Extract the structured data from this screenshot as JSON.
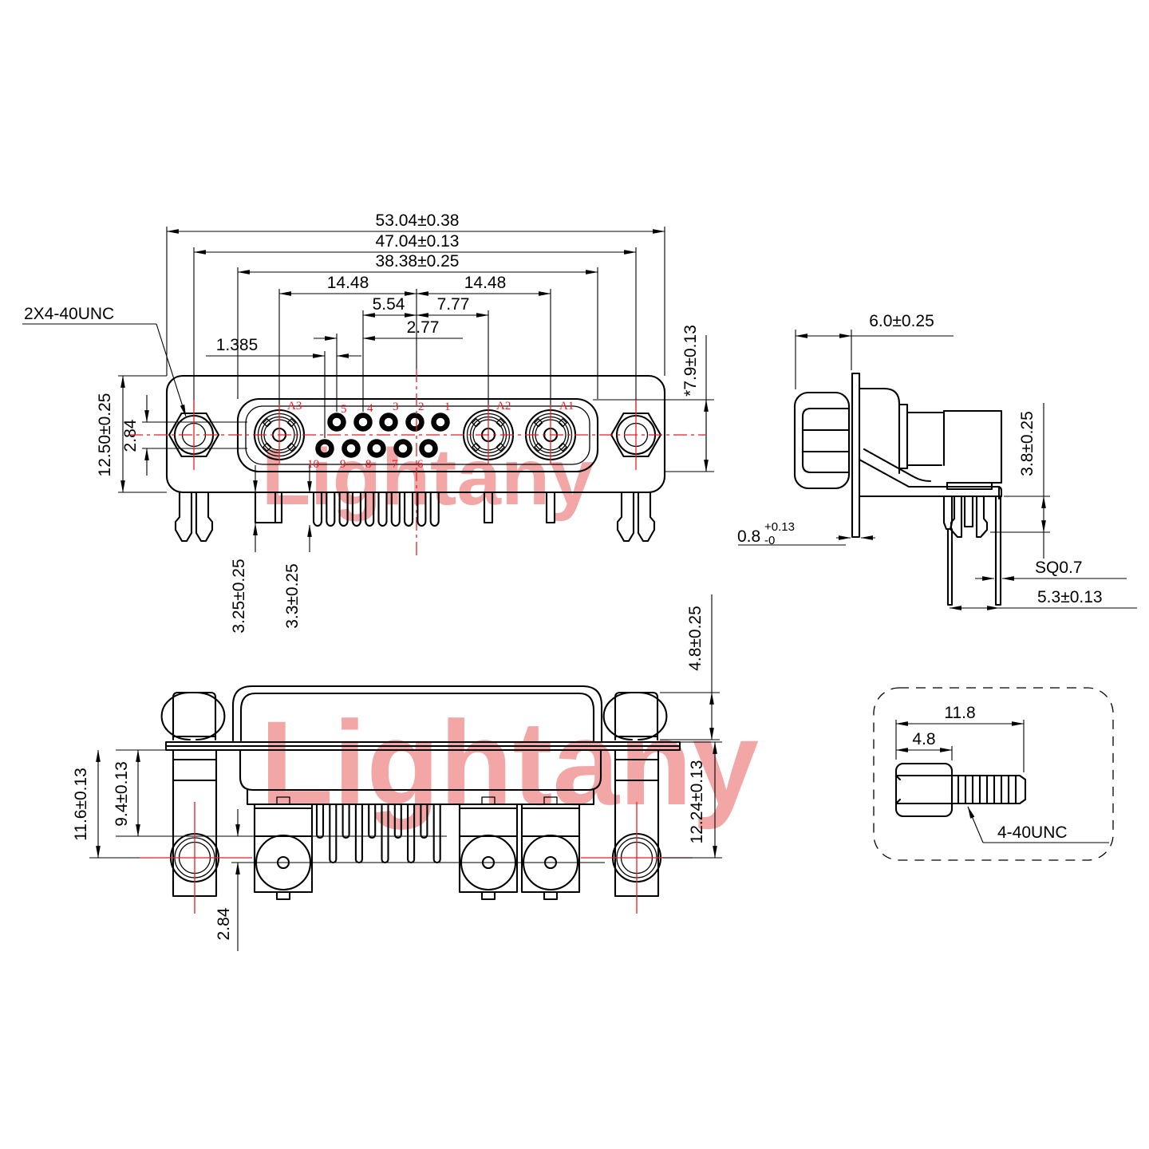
{
  "watermark": "Lightany",
  "front_view": {
    "thread_label": "2X4-40UNC",
    "dims": {
      "overall_width": "53.04±0.38",
      "jackscrew_span": "47.04±0.13",
      "shell_width": "38.38±0.25",
      "coax_left_offset": "14.48",
      "coax_right_offset": "14.48",
      "pin_offset_554": "5.54",
      "coax_a2_offset": "7.77",
      "pin_pitch": "2.77",
      "row_stagger": "1.385",
      "body_height": "12.50±0.25",
      "row_gap": "2.84",
      "shell_height": "*7.9±0.13",
      "tab_depth": "3.25±0.25",
      "pin_shoulder": "3.3±0.25"
    },
    "coax_labels": [
      "A3",
      "A2",
      "A1"
    ],
    "pin_numbers_top": [
      "5",
      "4",
      "3",
      "2",
      "1"
    ],
    "pin_numbers_bottom": [
      "10",
      "9",
      "8",
      "7",
      "6"
    ]
  },
  "side_view": {
    "dims": {
      "mount_depth": "6.0±0.25",
      "standoff": "3.8±0.25",
      "flange_thickness": "0.8",
      "flange_tol_plus": "+0.13",
      "flange_tol_minus": "-0",
      "pin_square": "SQ0.7",
      "pin_row_span": "5.3±0.13"
    }
  },
  "bottom_view": {
    "dims": {
      "boardlock_depth": "11.6±0.13",
      "pin_tip_depth": "9.4±0.13",
      "row_offset": "2.84",
      "nut_height": "4.8±0.25",
      "axis_depth": "12.24±0.13"
    }
  },
  "screw_detail": {
    "dims": {
      "overall_length": "11.8",
      "head_length": "4.8"
    },
    "thread_label": "4-40UNC"
  },
  "colors": {
    "line": "#000000",
    "accent": "#ec1c24",
    "watermark": "#f2a6a6"
  }
}
